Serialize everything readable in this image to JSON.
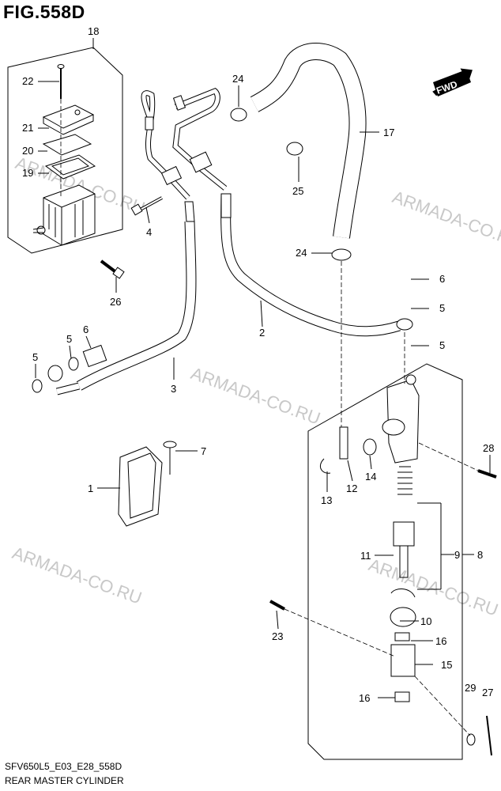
{
  "figure": {
    "title": "FIG.558D",
    "code": "SFV650L5_E03_E28_558D",
    "name": "REAR MASTER CYLINDER",
    "fwd_label": "FWD",
    "watermark": "ARMADA-CO.RU"
  },
  "callouts": [
    {
      "key": "c18",
      "label": "18"
    },
    {
      "key": "c22",
      "label": "22"
    },
    {
      "key": "c21",
      "label": "21"
    },
    {
      "key": "c20",
      "label": "20"
    },
    {
      "key": "c19",
      "label": "19"
    },
    {
      "key": "c4",
      "label": "4"
    },
    {
      "key": "c26",
      "label": "26"
    },
    {
      "key": "c24a",
      "label": "24"
    },
    {
      "key": "c25",
      "label": "25"
    },
    {
      "key": "c17",
      "label": "17"
    },
    {
      "key": "c24b",
      "label": "24"
    },
    {
      "key": "c6a",
      "label": "6"
    },
    {
      "key": "c5a",
      "label": "5"
    },
    {
      "key": "c5b",
      "label": "5"
    },
    {
      "key": "c2",
      "label": "2"
    },
    {
      "key": "c5c",
      "label": "5"
    },
    {
      "key": "c5d",
      "label": "5"
    },
    {
      "key": "c6b",
      "label": "6"
    },
    {
      "key": "c3",
      "label": "3"
    },
    {
      "key": "c7",
      "label": "7"
    },
    {
      "key": "c1",
      "label": "1"
    },
    {
      "key": "c28",
      "label": "28"
    },
    {
      "key": "c13",
      "label": "13"
    },
    {
      "key": "c12",
      "label": "12"
    },
    {
      "key": "c14",
      "label": "14"
    },
    {
      "key": "c9",
      "label": "9"
    },
    {
      "key": "c8",
      "label": "8"
    },
    {
      "key": "c11",
      "label": "11"
    },
    {
      "key": "c10",
      "label": "10"
    },
    {
      "key": "c23",
      "label": "23"
    },
    {
      "key": "c16a",
      "label": "16"
    },
    {
      "key": "c15",
      "label": "15"
    },
    {
      "key": "c16b",
      "label": "16"
    },
    {
      "key": "c29",
      "label": "29"
    },
    {
      "key": "c27",
      "label": "27"
    }
  ]
}
